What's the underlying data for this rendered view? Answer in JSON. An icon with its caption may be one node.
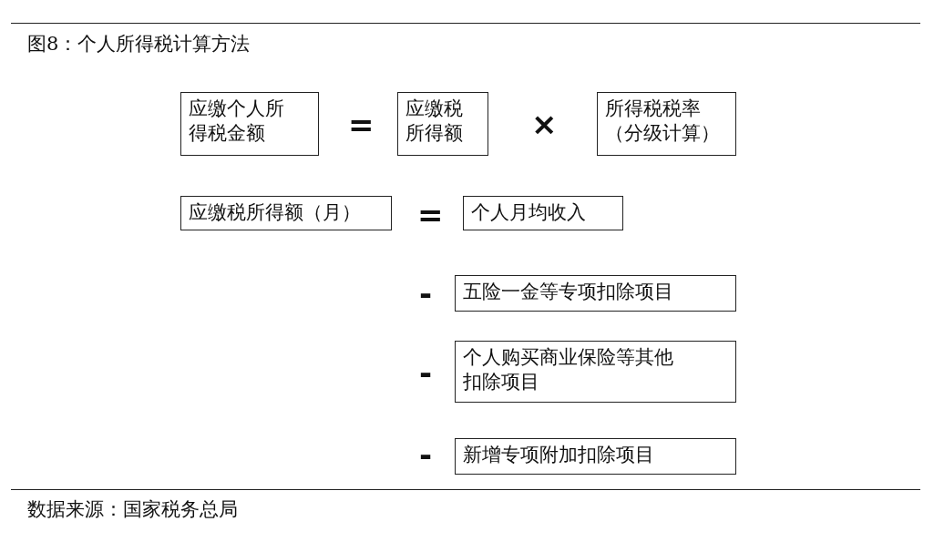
{
  "diagram": {
    "title": "图8：个人所得税计算方法",
    "caption": "数据来源：国家税务总局",
    "nodes": [
      {
        "text": [
          "应缴个人所得税金额"
        ]
      },
      {
        "text": [
          "应缴税所得额"
        ]
      },
      {
        "text": [
          "所得税税率（分级计算）"
        ]
      },
      {
        "text": [
          "应缴税所得额（月）"
        ]
      },
      {
        "text": [
          "个人月均收入"
        ]
      },
      {
        "text": [
          "五险一金等专项扣除项目"
        ]
      },
      {
        "text": [
          "个人购买商业保险等其他扣除项目"
        ]
      },
      {
        "text": [
          "新增专项附加扣除项目"
        ]
      }
    ],
    "labels": [
      "=",
      "×",
      "=",
      "-",
      "-",
      "-"
    ]
  }
}
